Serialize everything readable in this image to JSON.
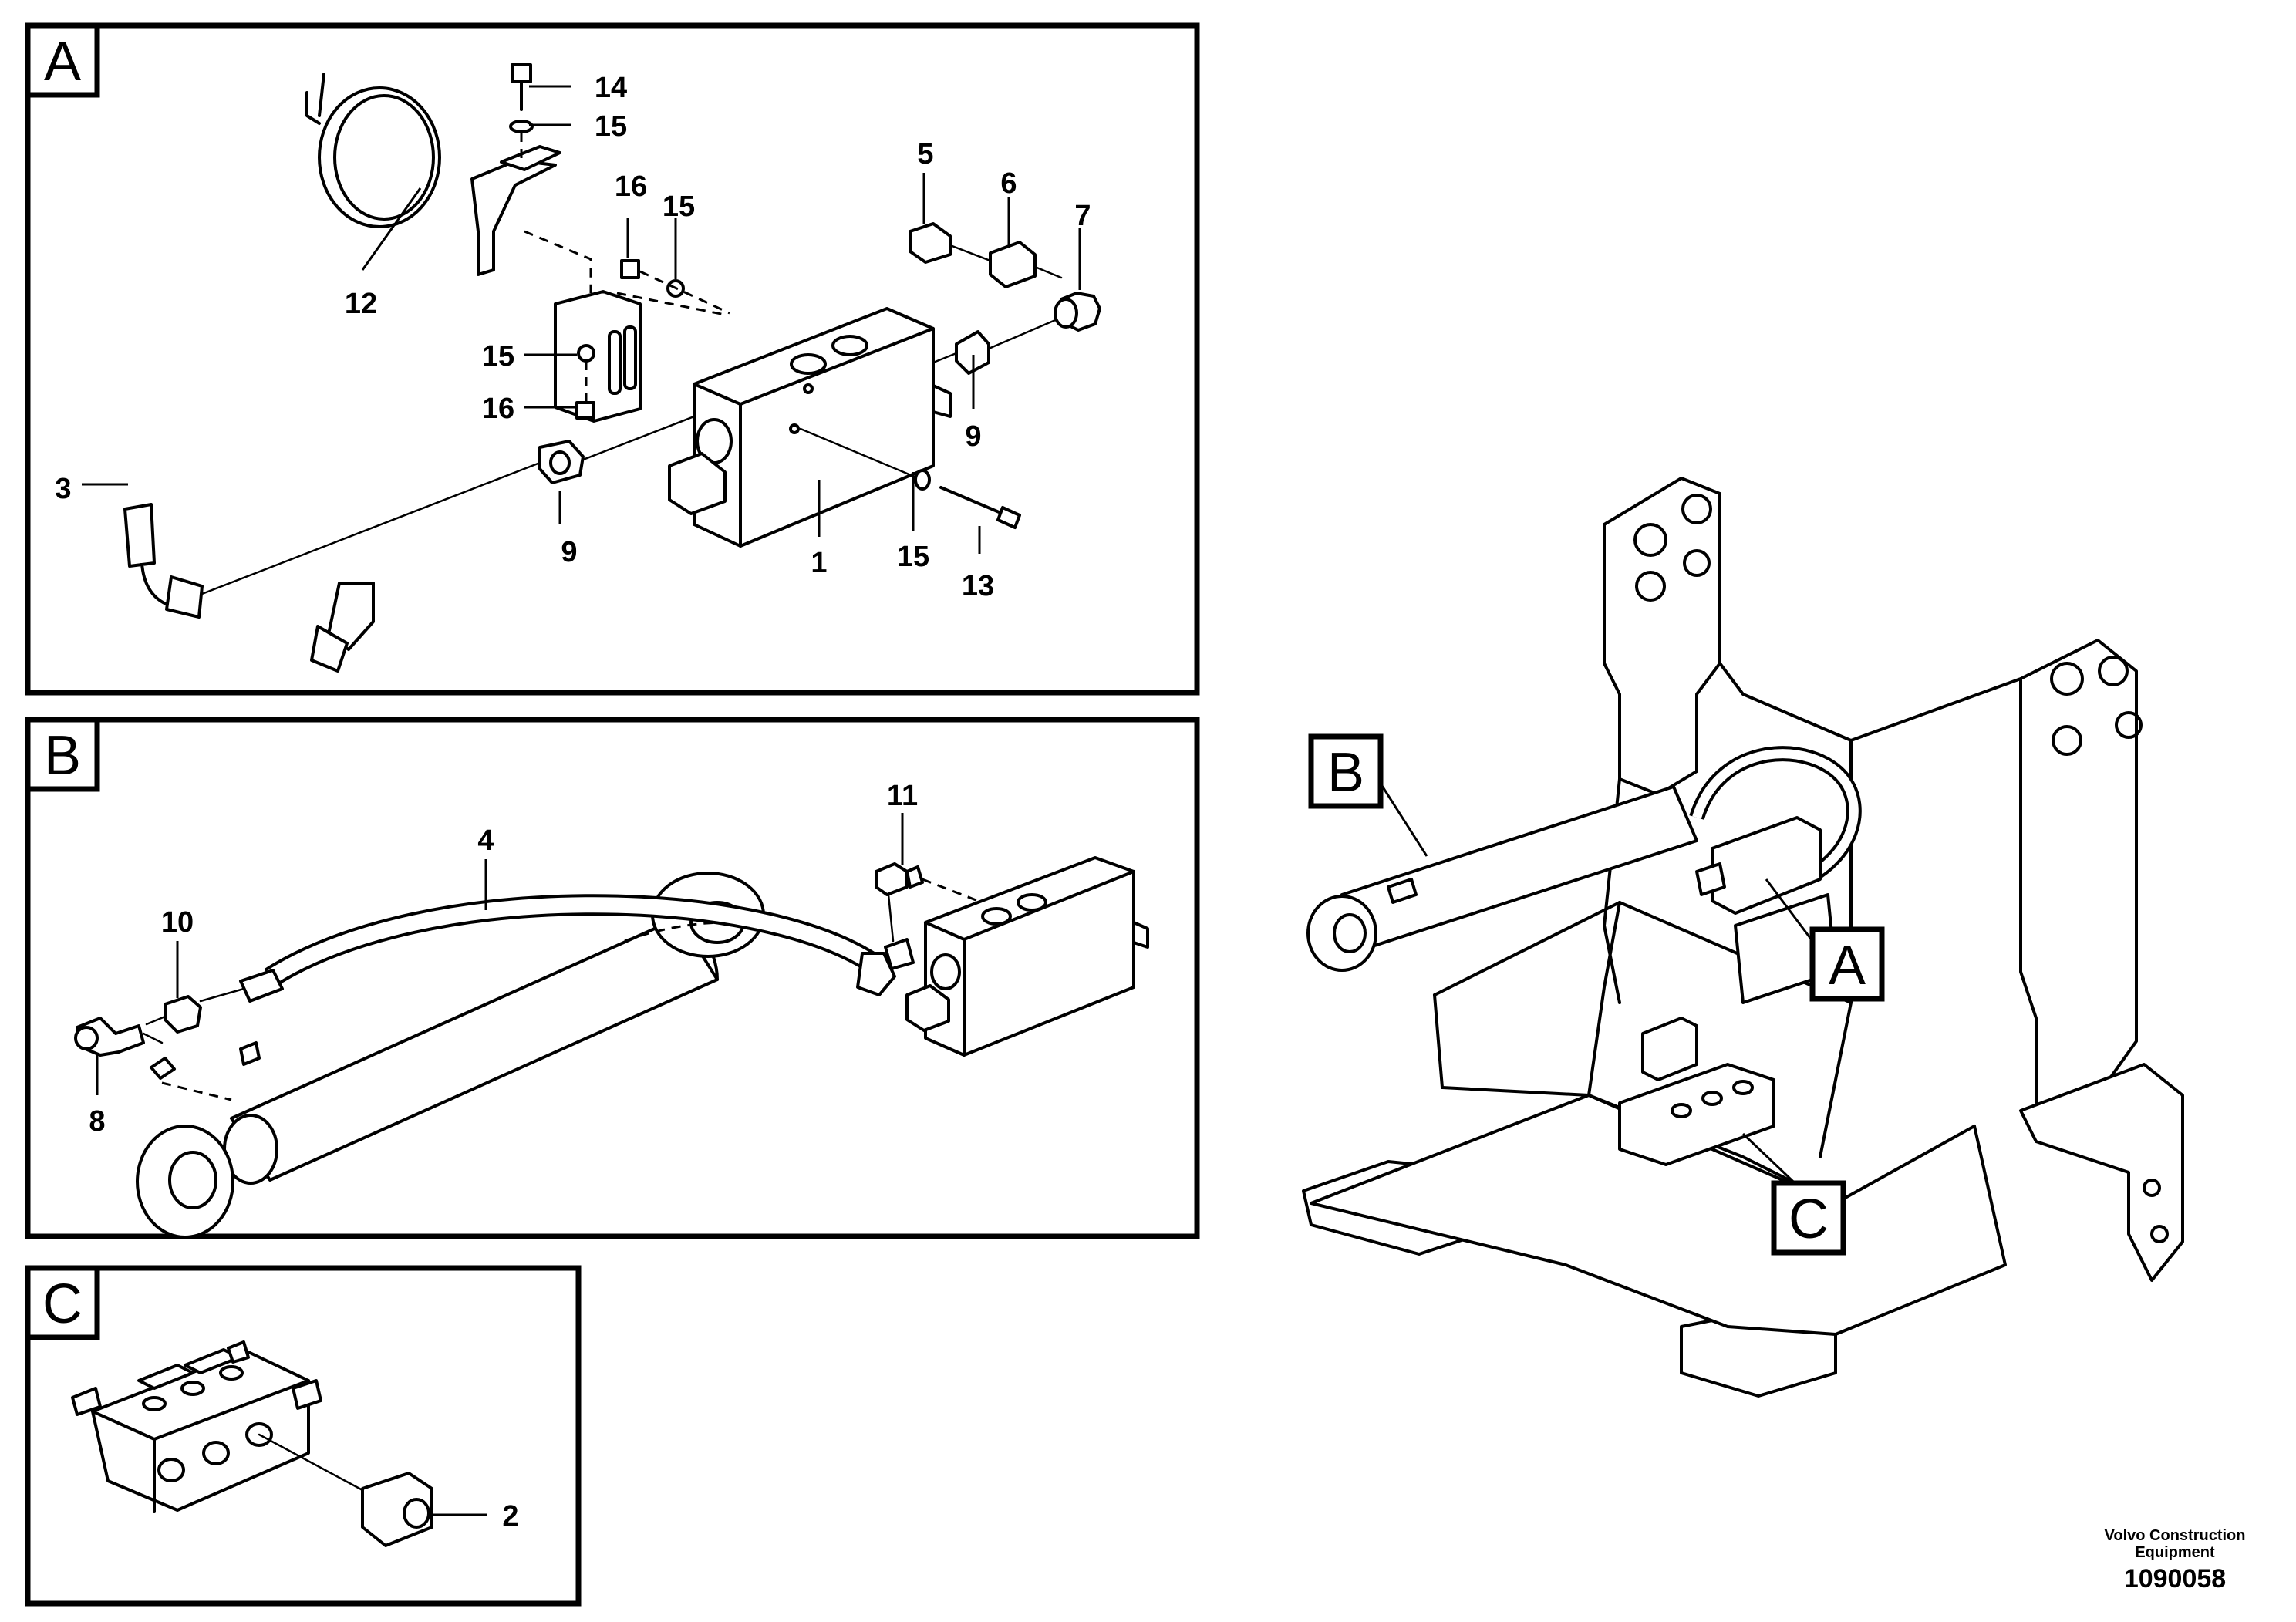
{
  "panels": {
    "a": {
      "label": "A"
    },
    "b": {
      "label": "B"
    },
    "c": {
      "label": "C"
    }
  },
  "callouts": {
    "b": "B",
    "a": "A",
    "c": "C"
  },
  "parts": {
    "p1": "1",
    "p2": "2",
    "p3": "3",
    "p4": "4",
    "p5": "5",
    "p6": "6",
    "p7": "7",
    "p8": "8",
    "p9a": "9",
    "p9b": "9",
    "p10": "10",
    "p11": "11",
    "p12": "12",
    "p13": "13",
    "p14": "14",
    "p15a": "15",
    "p15b": "15",
    "p15c": "15",
    "p15d": "15",
    "p16a": "16",
    "p16b": "16"
  },
  "footer": {
    "brand_line1": "Volvo Construction",
    "brand_line2": "Equipment",
    "drawing_number": "1090058"
  }
}
